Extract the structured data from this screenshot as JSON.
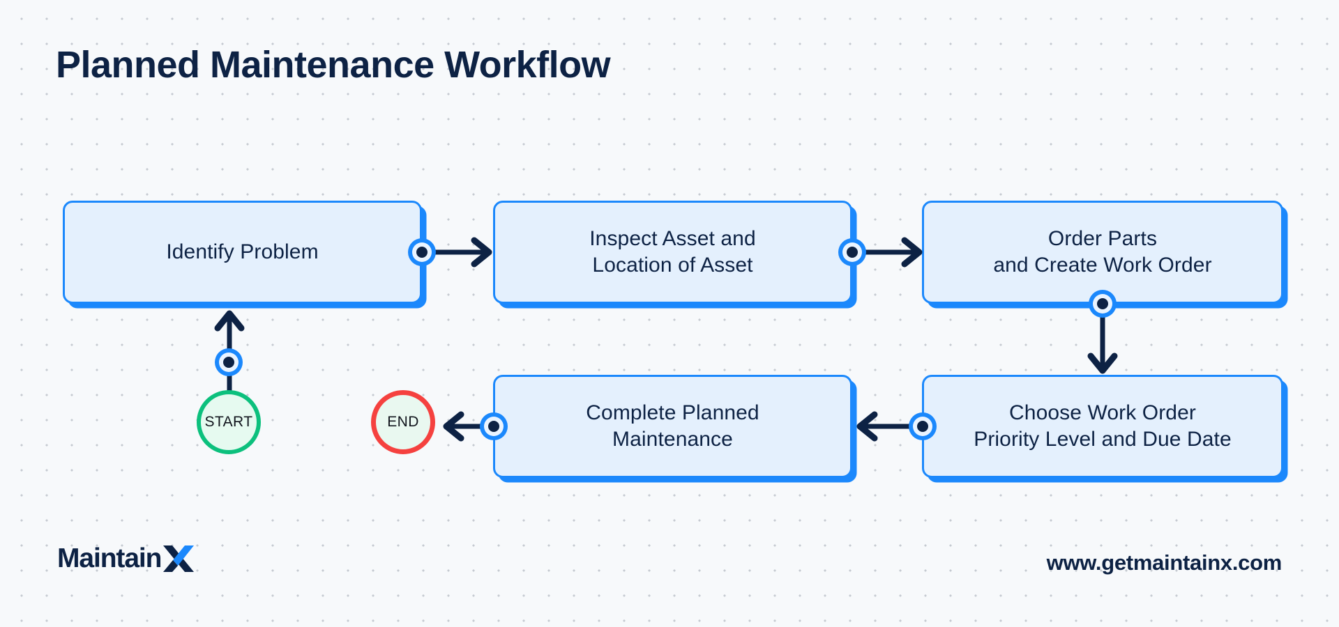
{
  "page": {
    "title": "Planned Maintenance Workflow",
    "background_color": "#f7f9fb",
    "grid_dot_color": "#c6cad1"
  },
  "theme": {
    "box_fill": "#e4f0fd",
    "box_border": "#1b88fc",
    "text_navy": "#0d2244",
    "accent_blue": "#1b88fc",
    "start_green": "#0cc07d",
    "start_fill": "#e6faf0",
    "end_red": "#f5413f",
    "end_fill": "#e9f8f0"
  },
  "nodes": {
    "start": {
      "label": "START",
      "type": "terminator"
    },
    "end": {
      "label": "END",
      "type": "terminator"
    },
    "steps": [
      {
        "id": "identify",
        "label": "Identify Problem"
      },
      {
        "id": "inspect",
        "label": "Inspect Asset and\nLocation of Asset"
      },
      {
        "id": "order",
        "label": "Order Parts\nand Create Work Order"
      },
      {
        "id": "priority",
        "label": "Choose Work Order\nPriority Level and Due Date"
      },
      {
        "id": "complete",
        "label": "Complete Planned\nMaintenance"
      }
    ]
  },
  "edges": [
    {
      "from": "start",
      "to": "identify",
      "direction": "up"
    },
    {
      "from": "identify",
      "to": "inspect",
      "direction": "right"
    },
    {
      "from": "inspect",
      "to": "order",
      "direction": "right"
    },
    {
      "from": "order",
      "to": "priority",
      "direction": "down"
    },
    {
      "from": "priority",
      "to": "complete",
      "direction": "left"
    },
    {
      "from": "complete",
      "to": "end",
      "direction": "left"
    }
  ],
  "footer": {
    "brand_main": "Maintain",
    "brand_mark": "X",
    "url": "www.getmaintainx.com"
  }
}
